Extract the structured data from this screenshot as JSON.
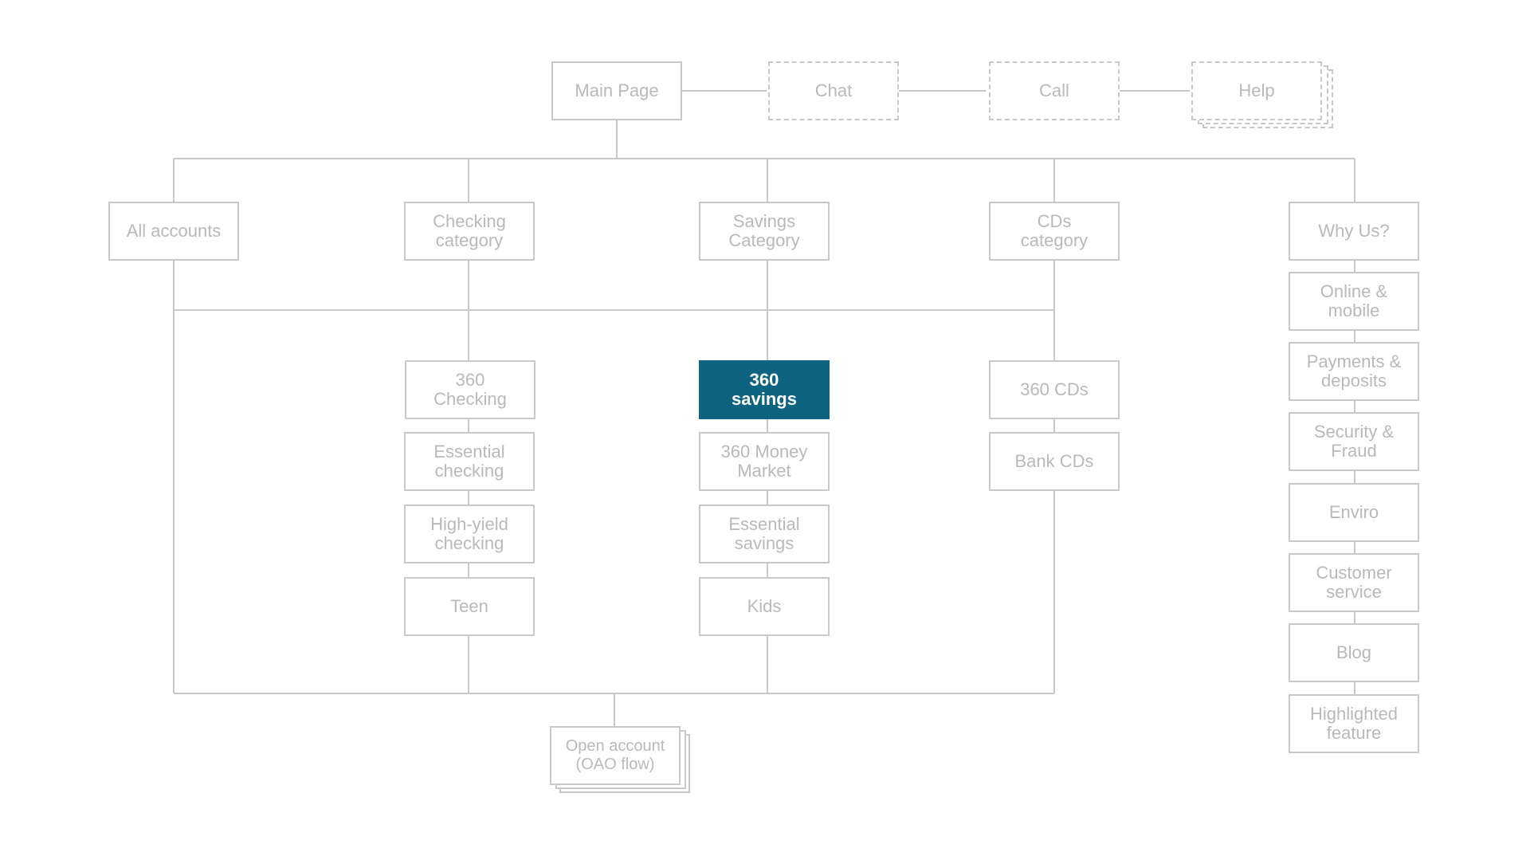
{
  "nav": {
    "main_page": "Main Page",
    "chat": "Chat",
    "call": "Call",
    "help": "Help"
  },
  "categories": {
    "all_accounts": "All accounts",
    "checking": "Checking\ncategory",
    "savings": "Savings\nCategory",
    "cds": "CDs\ncategory",
    "why_us": "Why Us?"
  },
  "checking_items": [
    "360\nChecking",
    "Essential\nchecking",
    "High-yield\nchecking",
    "Teen"
  ],
  "savings_items": [
    "360\nsavings",
    "360 Money\nMarket",
    "Essential\nsavings",
    "Kids"
  ],
  "cd_items": [
    "360 CDs",
    "Bank CDs"
  ],
  "why_us_items": [
    "Online &\nmobile",
    "Payments &\ndeposits",
    "Security &\nFraud",
    "Enviro",
    "Customer\nservice",
    "Blog",
    "Highlighted\nfeature"
  ],
  "open_account": "Open account\n(OAO flow)",
  "colors": {
    "line": "#c8c8c8",
    "text": "#b9b9b9",
    "highlight": "#0e6381"
  }
}
